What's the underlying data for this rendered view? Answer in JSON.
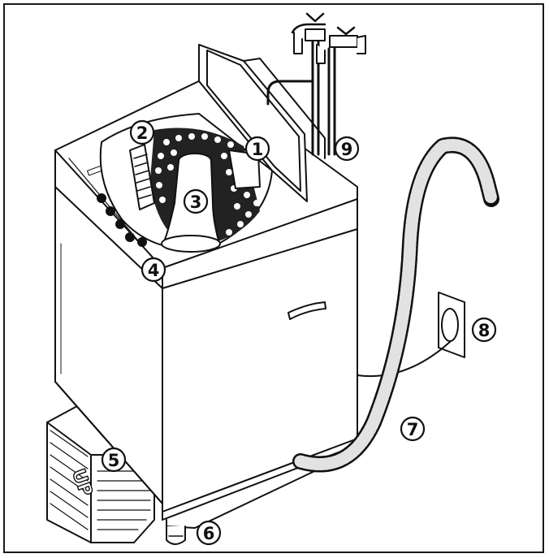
{
  "callouts": [
    {
      "id": "1",
      "label": "1"
    },
    {
      "id": "2",
      "label": "2"
    },
    {
      "id": "3",
      "label": "3"
    },
    {
      "id": "4",
      "label": "4"
    },
    {
      "id": "5",
      "label": "5"
    },
    {
      "id": "6",
      "label": "6"
    },
    {
      "id": "7",
      "label": "7"
    },
    {
      "id": "8",
      "label": "8"
    },
    {
      "id": "9",
      "label": "9"
    }
  ],
  "base_stand_text": "UP",
  "colors": {
    "line": "#111111",
    "fill": "#ffffff",
    "shade": "#e8e8e8"
  }
}
